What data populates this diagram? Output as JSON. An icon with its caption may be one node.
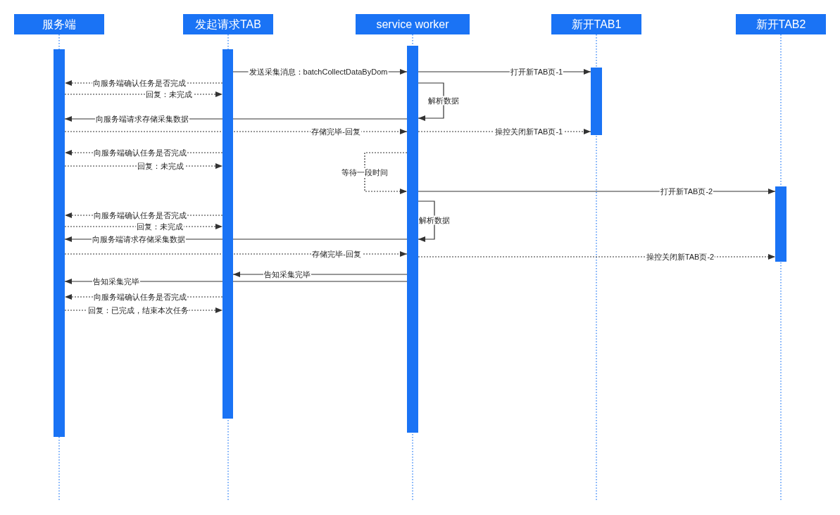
{
  "diagram": {
    "nodes": [
      {
        "text": [
          "服务端"
        ]
      },
      {
        "text": [
          "发起请求TAB"
        ]
      },
      {
        "text": [
          "service worker"
        ]
      },
      {
        "text": [
          "新开TAB1"
        ]
      },
      {
        "text": [
          "新开TAB2"
        ]
      },
      {
        "text": [],
        "shape": "bar"
      },
      {
        "text": [],
        "shape": "bar"
      },
      {
        "text": [],
        "shape": "bar"
      },
      {
        "text": [],
        "shape": "bar"
      },
      {
        "text": [],
        "shape": "bar"
      }
    ],
    "edges": [
      {
        "from": 6,
        "to": 7,
        "label": "发送采集消息：batchCollectDataByDom",
        "arrow": "to"
      },
      {
        "from": 7,
        "to": 8,
        "label": "打开新TAB页-1",
        "arrow": "to"
      },
      {
        "from": 6,
        "to": 5,
        "label": "向服务端确认任务是否完成",
        "arrow": "to",
        "style": "dashed"
      },
      {
        "from": 5,
        "to": 6,
        "label": "回复：未完成",
        "arrow": "to",
        "style": "dashed"
      },
      {
        "from": 7,
        "to": 7,
        "label": "解析数据",
        "arrow": "to"
      },
      {
        "from": 7,
        "to": 5,
        "label": "向服务端请求存储采集数据",
        "arrow": "to"
      },
      {
        "from": 5,
        "to": 7,
        "label": "存储完毕-回复",
        "arrow": "to",
        "style": "dashed"
      },
      {
        "from": 7,
        "to": 8,
        "label": "操控关闭新TAB页-1",
        "arrow": "to",
        "style": "dashed"
      },
      {
        "from": 6,
        "to": 5,
        "label": "向服务端确认任务是否完成",
        "arrow": "to",
        "style": "dashed"
      },
      {
        "from": 5,
        "to": 6,
        "label": "回复：未完成",
        "arrow": "to",
        "style": "dashed"
      },
      {
        "from": 7,
        "to": 7,
        "label": "等待一段时间",
        "arrow": "to",
        "style": "dashed"
      },
      {
        "from": 7,
        "to": 9,
        "label": "打开新TAB页-2",
        "arrow": "to"
      },
      {
        "from": 7,
        "to": 7,
        "label": "解析数据",
        "arrow": "to"
      },
      {
        "from": 6,
        "to": 5,
        "label": "向服务端确认任务是否完成",
        "arrow": "to",
        "style": "dashed"
      },
      {
        "from": 5,
        "to": 6,
        "label": "回复：未完成",
        "arrow": "to",
        "style": "dashed"
      },
      {
        "from": 7,
        "to": 5,
        "label": "向服务端请求存储采集数据",
        "arrow": "to"
      },
      {
        "from": 5,
        "to": 7,
        "label": "存储完毕-回复",
        "arrow": "to",
        "style": "dashed"
      },
      {
        "from": 7,
        "to": 9,
        "label": "操控关闭新TAB页-2",
        "arrow": "to",
        "style": "dashed"
      },
      {
        "from": 7,
        "to": 6,
        "label": "告知采集完毕",
        "arrow": "to"
      },
      {
        "from": 7,
        "to": 5,
        "label": "告知采集完毕",
        "arrow": "to"
      },
      {
        "from": 6,
        "to": 5,
        "label": "向服务端确认任务是否完成",
        "arrow": "to",
        "style": "dashed"
      },
      {
        "from": 5,
        "to": 6,
        "label": "回复：已完成，结束本次任务",
        "arrow": "to",
        "style": "dashed"
      }
    ]
  }
}
